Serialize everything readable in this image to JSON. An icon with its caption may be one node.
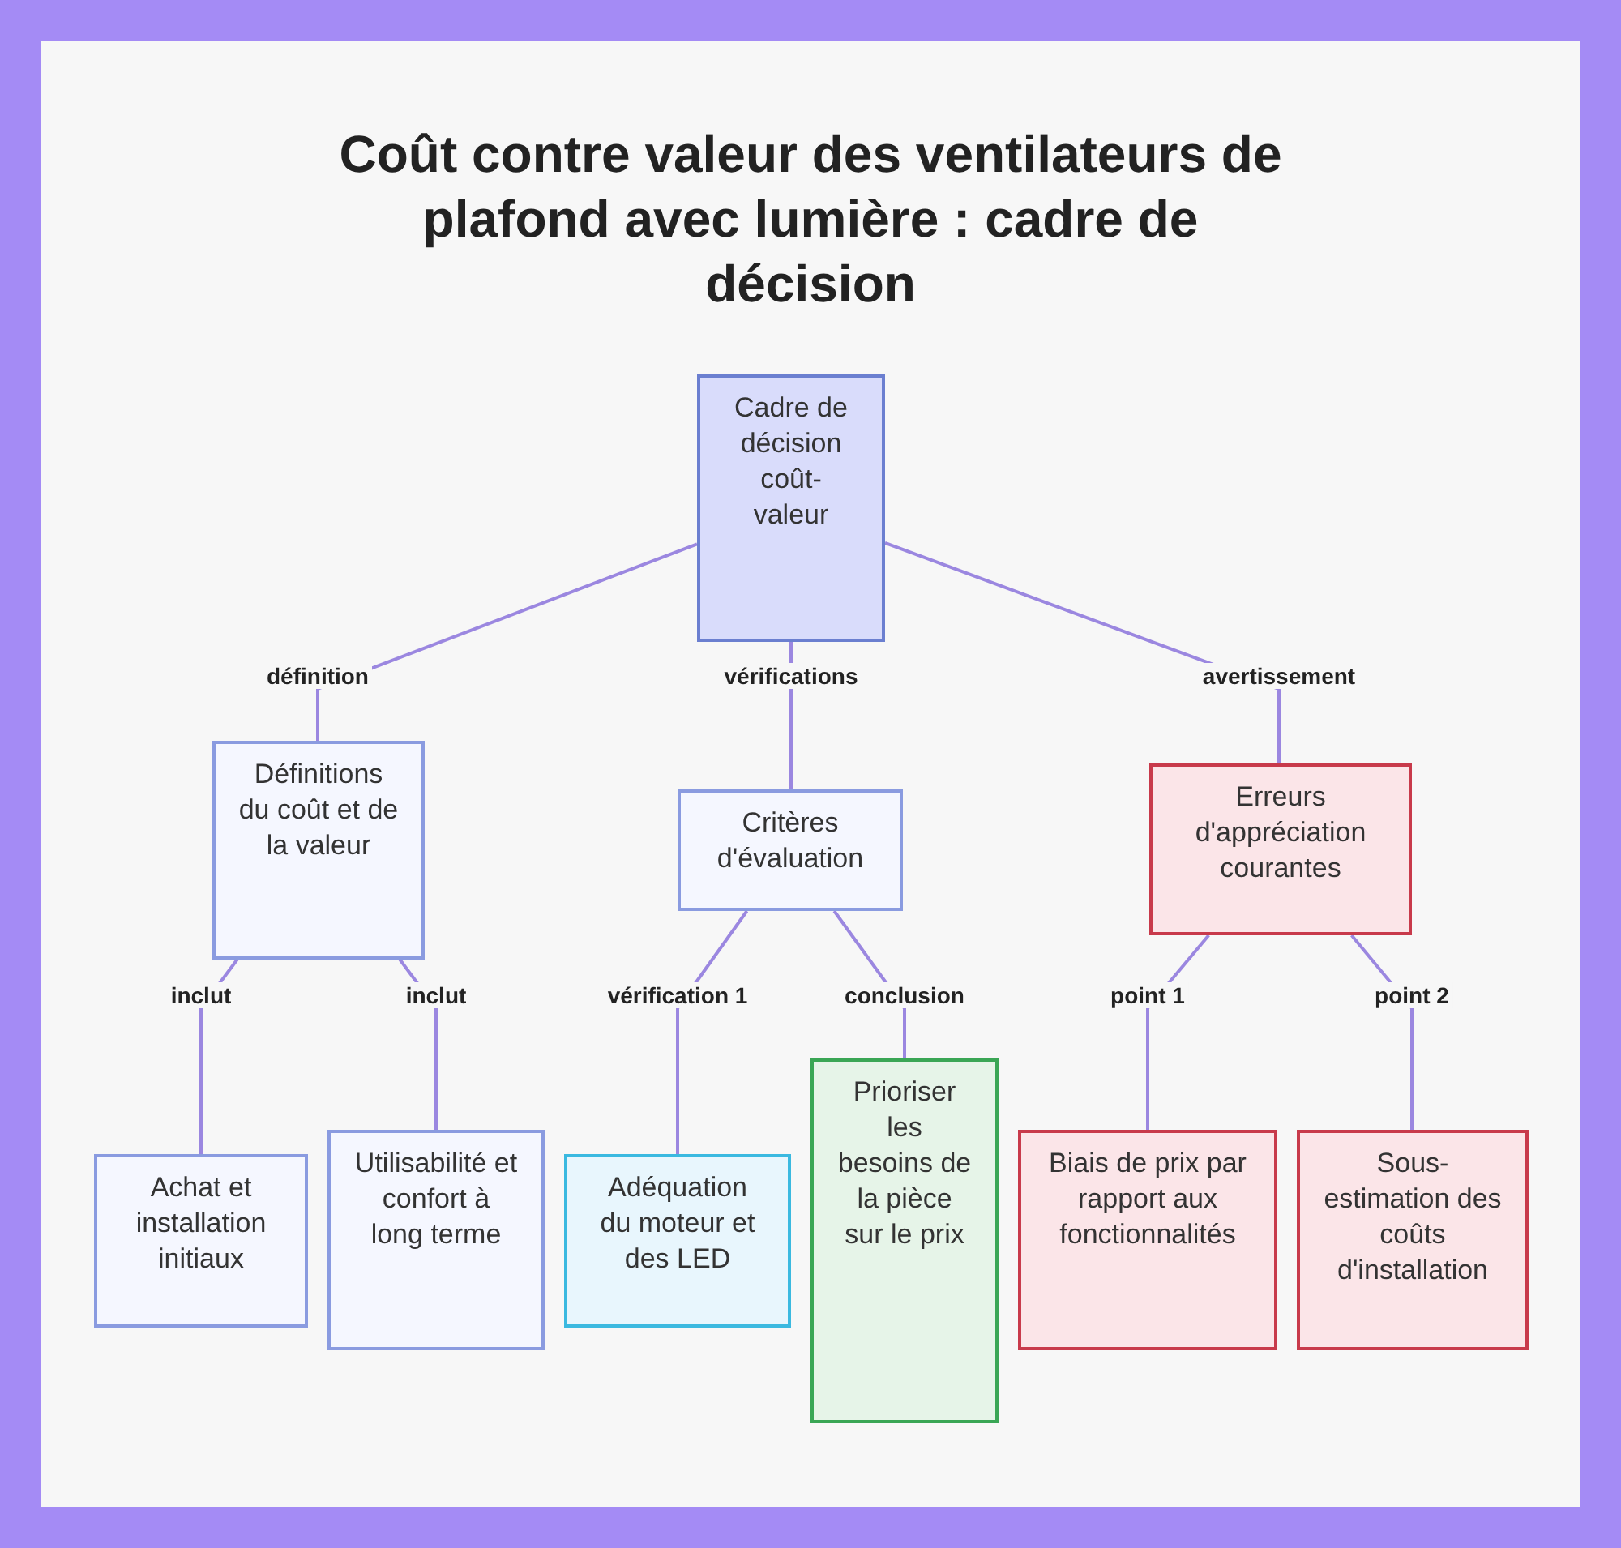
{
  "diagram": {
    "title": "Coût contre valeur des ventilateurs de plafond avec lumière : cadre de décision",
    "nodes": [
      {
        "text": [
          "Cadre de décision coût-valeur"
        ]
      },
      {
        "text": [
          "Définitions du coût et de la valeur"
        ]
      },
      {
        "text": [
          "Critères d'évaluation"
        ]
      },
      {
        "text": [
          "Erreurs d'appréciation courantes"
        ]
      },
      {
        "text": [
          "Achat et installation initiaux"
        ]
      },
      {
        "text": [
          "Utilisabilité et confort à long terme"
        ]
      },
      {
        "text": [
          "Adéquation du moteur et des LED"
        ]
      },
      {
        "text": [
          "Prioriser les besoins de la pièce sur le prix"
        ]
      },
      {
        "text": [
          "Biais de prix par rapport aux fonctionnalités"
        ]
      },
      {
        "text": [
          "Sous-estimation des coûts d'installation"
        ]
      }
    ],
    "edges": [
      {
        "from": 0,
        "to": 1,
        "arrow": "none",
        "label": "définition"
      },
      {
        "from": 0,
        "to": 2,
        "arrow": "none",
        "label": "vérifications"
      },
      {
        "from": 0,
        "to": 3,
        "arrow": "none",
        "label": "avertissement"
      },
      {
        "from": 1,
        "to": 4,
        "arrow": "none",
        "label": "inclut"
      },
      {
        "from": 1,
        "to": 5,
        "arrow": "none",
        "label": "inclut"
      },
      {
        "from": 2,
        "to": 6,
        "arrow": "none",
        "label": "vérification 1"
      },
      {
        "from": 2,
        "to": 7,
        "arrow": "none",
        "label": "conclusion"
      },
      {
        "from": 3,
        "to": 8,
        "arrow": "none",
        "label": "point 1"
      },
      {
        "from": 3,
        "to": 9,
        "arrow": "none",
        "label": "point 2"
      }
    ]
  }
}
